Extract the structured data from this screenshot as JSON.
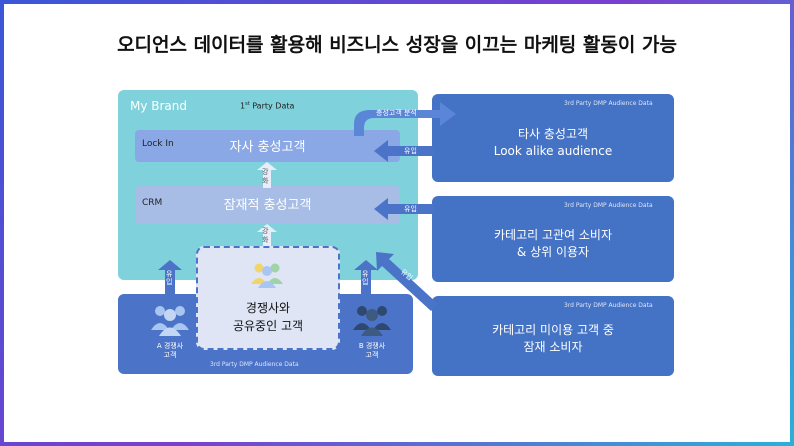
{
  "title": "오디언스 데이터를 활용해 비즈니스 성장을 이끄는 마케팅 활동이 가능",
  "my_brand": {
    "label": "My Brand",
    "party_num": "1",
    "party_sup": "st",
    "party_rest": " Party Data",
    "lockin_label": "Lock In",
    "lockin_title": "자사 충성고객",
    "crm_label": "CRM",
    "crm_title": "잠재적 충성고객",
    "strengthen": [
      "강",
      "화"
    ],
    "strengthen2": [
      "강",
      "화"
    ]
  },
  "competitor": {
    "center_title_1": "경쟁사와",
    "center_title_2": "공유중인 고객",
    "a_label_1": "A 경쟁사",
    "a_label_2": "고객",
    "b_label_1": "B 경쟁사",
    "b_label_2": "고객",
    "source": "3rd Party DMP Audience Data",
    "inflow_left": "유입",
    "inflow_right": "유입"
  },
  "right_boxes": [
    {
      "source": "3rd Party DMP Audience Data",
      "line1": "타사 충성고객",
      "line2": "Look alike audience"
    },
    {
      "source": "3rd Party DMP Audience Data",
      "line1": "카테고리 고관여 소비자",
      "line2": "& 상위 이용자"
    },
    {
      "source": "3rd Party DMP Audience Data",
      "line1": "카테고리 미이용 고객 중",
      "line2": "잠재 소비자"
    }
  ],
  "arrows": {
    "analysis": "충성고객 분석",
    "inflow1": "유입",
    "inflow2": "유입",
    "inflow3": "유입"
  },
  "colors": {
    "panel_teal": "#7fd2dc",
    "right_blue": "#4472c4",
    "arrow_blue": "#5b85d6",
    "person_light": "#a9c6f0",
    "person_dark": "#3d5a80"
  }
}
